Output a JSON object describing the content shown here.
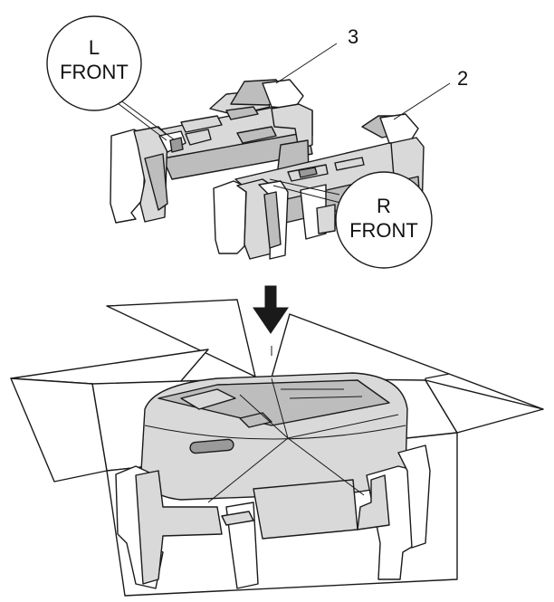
{
  "callouts": {
    "left": {
      "line1": "L",
      "line2": "FRONT"
    },
    "right": {
      "line1": "R",
      "line2": "FRONT"
    }
  },
  "part_numbers": {
    "rear_packing": "3",
    "front_packing": "2"
  }
}
